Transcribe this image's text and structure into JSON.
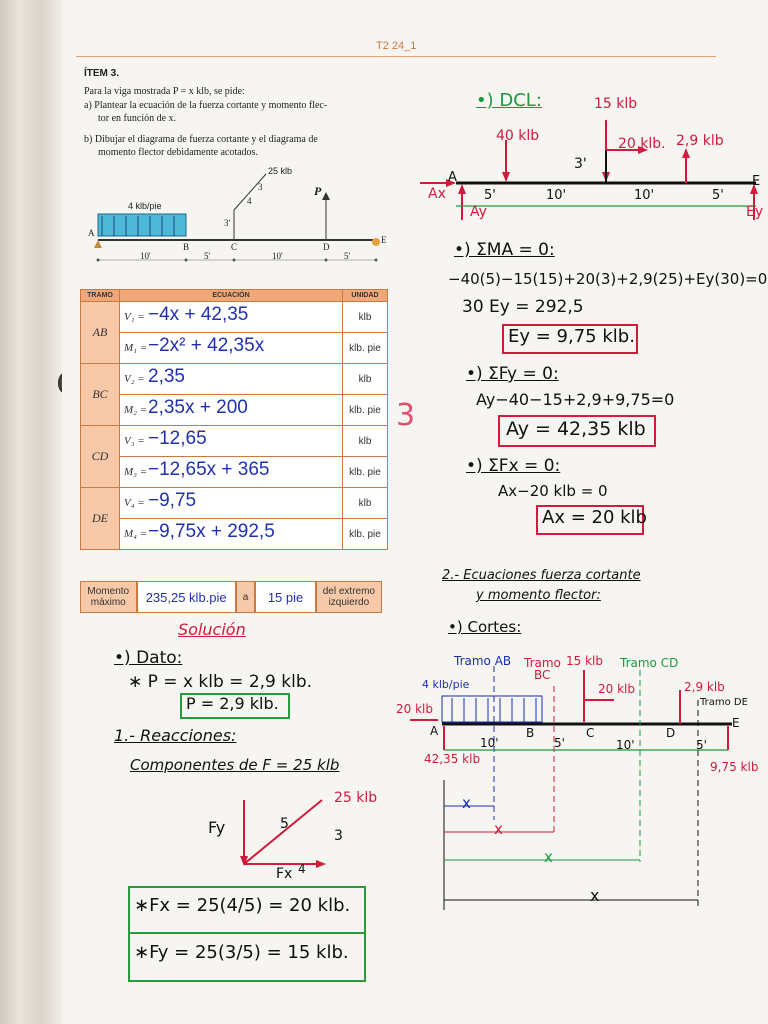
{
  "header": {
    "code": "T2 24_1"
  },
  "problem": {
    "item": "ÍTEM 3.",
    "intro": "Para la viga mostrada P = x klb, se pide:",
    "a_line1": "a)  Plantear la ecuación de la fuerza cortante y momento flec-",
    "a_line2": "tor en función de x.",
    "b_line1": "b)  Dibujar el diagrama de fuerza cortante y el diagrama de",
    "b_line2": "momento flector debidamente acotados."
  },
  "beam_figure": {
    "load": "4 klb/pie",
    "force": "25 klb",
    "slope_3": "3",
    "slope_4": "4",
    "height": "3'",
    "P": "P",
    "nodes": [
      "A",
      "B",
      "C",
      "D",
      "E"
    ],
    "dims": [
      "10'",
      "5'",
      "10'",
      "5'"
    ]
  },
  "table": {
    "headers": {
      "tramo": "TRAMO",
      "ecuacion": "ECUACIÓN",
      "unidad": "UNIDAD"
    },
    "rows": [
      {
        "tramo": "AB",
        "v_label": "V₁ =",
        "v_value": "−4x + 42,35",
        "v_unit": "klb",
        "m_label": "M₁ =",
        "m_value": "−2x² + 42,35x",
        "m_unit": "klb. pie"
      },
      {
        "tramo": "BC",
        "v_label": "V₂ =",
        "v_value": "2,35",
        "v_unit": "klb",
        "m_label": "M₂ =",
        "m_value": "2,35x + 200",
        "m_unit": "klb. pie"
      },
      {
        "tramo": "CD",
        "v_label": "V₃ =",
        "v_value": "−12,65",
        "v_unit": "klb",
        "m_label": "M₃ =",
        "m_value": "−12,65x + 365",
        "m_unit": "klb. pie"
      },
      {
        "tramo": "DE",
        "v_label": "V₄ =",
        "v_value": "−9,75",
        "v_unit": "klb",
        "m_label": "M₄ =",
        "m_value": "−9,75x + 292,5",
        "m_unit": "klb. pie"
      }
    ],
    "moment_label_1": "Momento",
    "moment_label_2": "máximo",
    "moment_value": "235,25 klb.pie",
    "a_word": "a",
    "position": "15 pie",
    "extreme_1": "del extremo",
    "extreme_2": "izquierdo"
  },
  "grade": "3",
  "solution": {
    "title": "Solución",
    "dato": "•) Dato:",
    "p_eq": "∗ P = x klb = 2,9 klb.",
    "p_box": "P = 2,9 klb.",
    "react_title": "1.- Reacciones:",
    "comp_title": "Componentes de F = 25 klb",
    "vec_force": "25 klb",
    "vec_fy": "Fy",
    "vec_fx": "Fx",
    "vec_5": "5",
    "vec_3": "3",
    "vec_4": "4",
    "fx_eq": "∗Fx = 25(4/5) = 20 klb.",
    "fy_eq": "∗Fy = 25(3/5) = 15 klb."
  },
  "dcl": {
    "title": "•) DCL:",
    "f15": "15 klb",
    "f40": "40 klb",
    "f20": "20 klb.",
    "f29": "2,9 klb",
    "h3": "3'",
    "A": "A",
    "E": "E",
    "Ax": "Ax",
    "Ay": "Ay",
    "Ey": "Ey",
    "dims": [
      "5'",
      "10'",
      "10'",
      "5'"
    ]
  },
  "equations": {
    "ma_title": "•) ΣMA = 0:",
    "ma_eq": "−40(5)−15(15)+20(3)+2,9(25)+Ey(30)=0",
    "ma_eq2": "30 Ey = 292,5",
    "ey_box": "Ey = 9,75 klb.",
    "fy_title": "•) ΣFy = 0:",
    "fy_eq": "Ay−40−15+2,9+9,75=0",
    "ay_box": "Ay = 42,35 klb",
    "fx_title": "•) ΣFx = 0:",
    "fx_eq": "Ax−20 klb = 0",
    "ax_box": "Ax = 20 klb"
  },
  "section2": {
    "title1": "2.- Ecuaciones fuerza cortante",
    "title2": "y momento flector:",
    "cortes": "•) Cortes:",
    "tramo_ab": "Tramo AB",
    "tramo_bc1": "Tramo",
    "tramo_bc2": "BC",
    "tramo_cd": "Tramo CD",
    "tramo_de": "Tramo DE",
    "f15": "15 klb",
    "f4": "4 klb/pie",
    "f20a": "20 klb",
    "f20b": "20 klb",
    "f29": "2,9 klb",
    "ay": "42,35 klb",
    "ey": "9,75 klb",
    "nodes": [
      "A",
      "B",
      "C",
      "D",
      "E"
    ],
    "dims": [
      "10'",
      "5'",
      "10'",
      "5'"
    ],
    "x": "x"
  }
}
